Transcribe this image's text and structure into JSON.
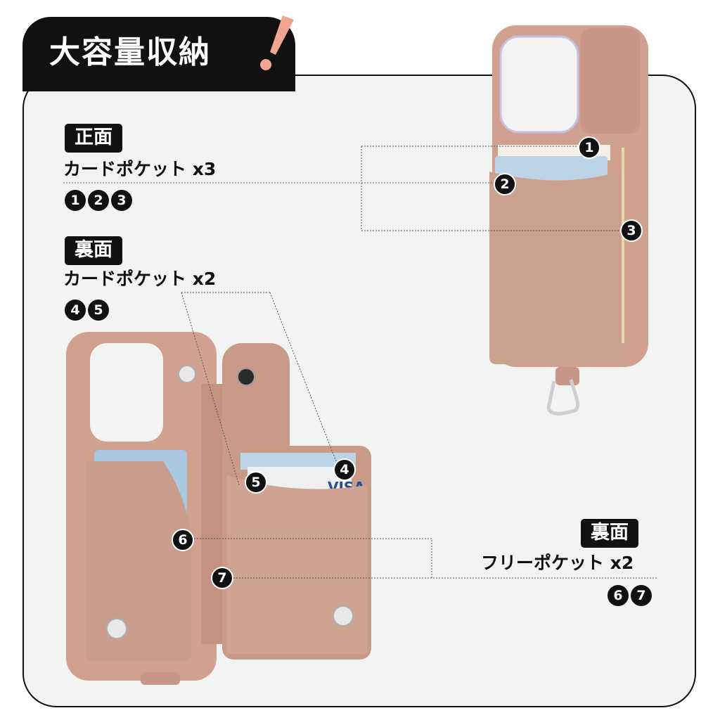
{
  "header": {
    "title": "大容量収納"
  },
  "front": {
    "tag": "正面",
    "label": "カードポケット x3",
    "numbers": [
      "1",
      "2",
      "3"
    ]
  },
  "back_cards": {
    "tag": "裏面",
    "label": "カードポケット x2",
    "numbers": [
      "4",
      "5"
    ]
  },
  "back_free": {
    "tag": "裏面",
    "label": "フリーポケット x2",
    "numbers": [
      "6",
      "7"
    ]
  },
  "card_brand": "VISA",
  "colors": {
    "leather": "#d1a190",
    "leather_dark": "#b98674",
    "accent_exclamation": "#f0a58e",
    "ink": "#111111"
  }
}
